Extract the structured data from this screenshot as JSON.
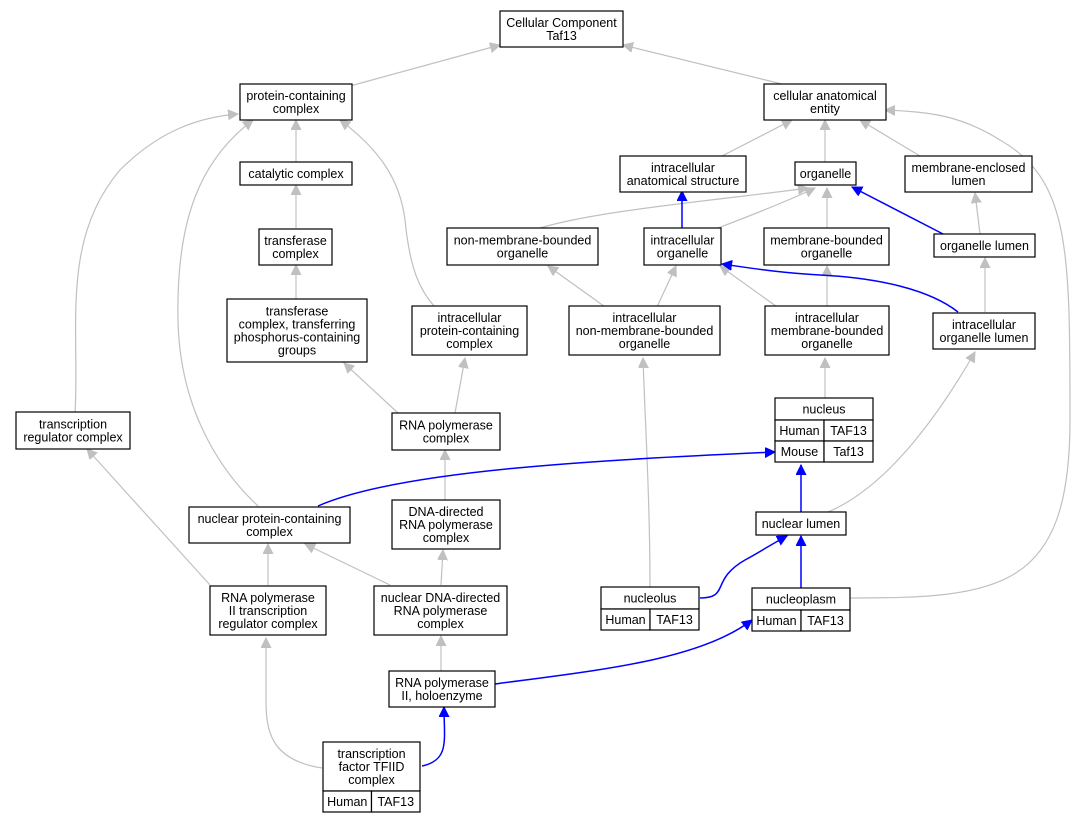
{
  "diagram": {
    "nodes": {
      "root": {
        "lines": [
          "Cellular Component",
          "Taf13"
        ]
      },
      "pcc": {
        "lines": [
          "protein-containing",
          "complex"
        ]
      },
      "cae": {
        "lines": [
          "cellular anatomical",
          "entity"
        ]
      },
      "catalytic": {
        "lines": [
          "catalytic complex"
        ]
      },
      "ias": {
        "lines": [
          "intracellular",
          "anatomical structure"
        ]
      },
      "organelle": {
        "lines": [
          "organelle"
        ]
      },
      "mel": {
        "lines": [
          "membrane-enclosed",
          "lumen"
        ]
      },
      "transferase": {
        "lines": [
          "transferase",
          "complex"
        ]
      },
      "nmbo": {
        "lines": [
          "non-membrane-bounded",
          "organelle"
        ]
      },
      "io": {
        "lines": [
          "intracellular",
          "organelle"
        ]
      },
      "mbo": {
        "lines": [
          "membrane-bounded",
          "organelle"
        ]
      },
      "olumen": {
        "lines": [
          "organelle lumen"
        ]
      },
      "tcp": {
        "lines": [
          "transferase",
          "complex, transferring",
          "phosphorus-containing",
          "groups"
        ]
      },
      "ipcc": {
        "lines": [
          "intracellular",
          "protein-containing",
          "complex"
        ]
      },
      "inmbo": {
        "lines": [
          "intracellular",
          "non-membrane-bounded",
          "organelle"
        ]
      },
      "imbo": {
        "lines": [
          "intracellular",
          "membrane-bounded",
          "organelle"
        ]
      },
      "iolumen": {
        "lines": [
          "intracellular",
          "organelle lumen"
        ]
      },
      "trc": {
        "lines": [
          "transcription",
          "regulator complex"
        ]
      },
      "rnapol": {
        "lines": [
          "RNA polymerase",
          "complex"
        ]
      },
      "nucleus": {
        "lines": [
          "nucleus"
        ]
      },
      "npcc": {
        "lines": [
          "nuclear protein-containing",
          "complex"
        ]
      },
      "ddrnap": {
        "lines": [
          "DNA-directed",
          "RNA polymerase",
          "complex"
        ]
      },
      "nlumen": {
        "lines": [
          "nuclear lumen"
        ]
      },
      "rnap2trc": {
        "lines": [
          "RNA polymerase",
          "II transcription",
          "regulator complex"
        ]
      },
      "nddrnap": {
        "lines": [
          "nuclear DNA-directed",
          "RNA polymerase",
          "complex"
        ]
      },
      "nucleolus": {
        "lines": [
          "nucleolus"
        ]
      },
      "nucleoplasm": {
        "lines": [
          "nucleoplasm"
        ]
      },
      "holo": {
        "lines": [
          "RNA polymerase",
          "II, holoenzyme"
        ]
      },
      "tfiid": {
        "lines": [
          "transcription",
          "factor TFIID",
          "complex"
        ]
      }
    },
    "annotations": {
      "nucleus": [
        [
          "Human",
          "TAF13"
        ],
        [
          "Mouse",
          "Taf13"
        ]
      ],
      "nucleolus": [
        [
          "Human",
          "TAF13"
        ]
      ],
      "nucleoplasm": [
        [
          "Human",
          "TAF13"
        ]
      ],
      "tfiid": [
        [
          "Human",
          "TAF13"
        ]
      ]
    },
    "colors": {
      "human": "#fa6650",
      "mouse": "#add8e6",
      "edge_gray": "#c0c0c0",
      "edge_blue": "#0000ff"
    }
  }
}
